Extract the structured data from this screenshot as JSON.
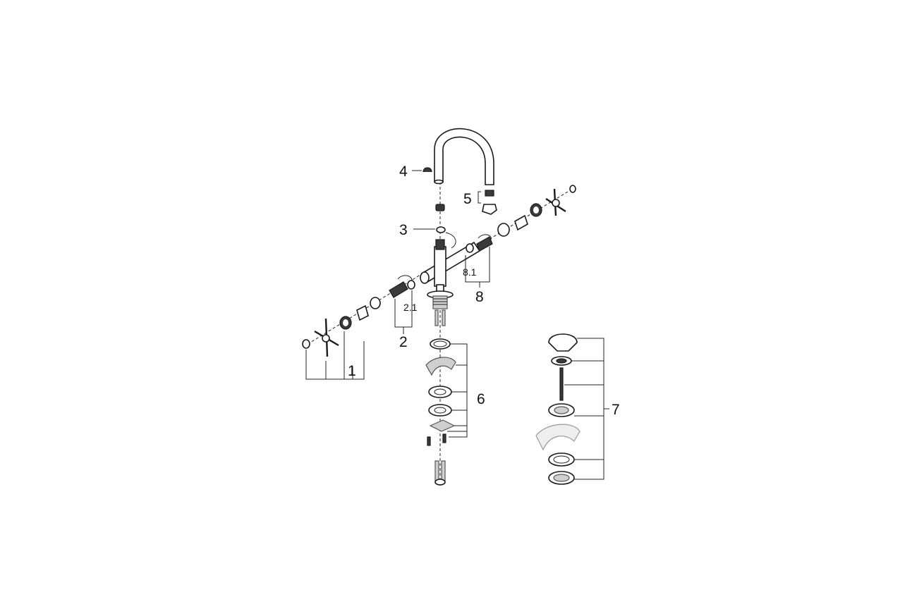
{
  "callouts": {
    "c1": "1",
    "c2": "2",
    "c2_1": "2.1",
    "c3": "3",
    "c4": "4",
    "c5": "5",
    "c6": "6",
    "c7": "7",
    "c8": "8",
    "c8_1": "8.1"
  }
}
